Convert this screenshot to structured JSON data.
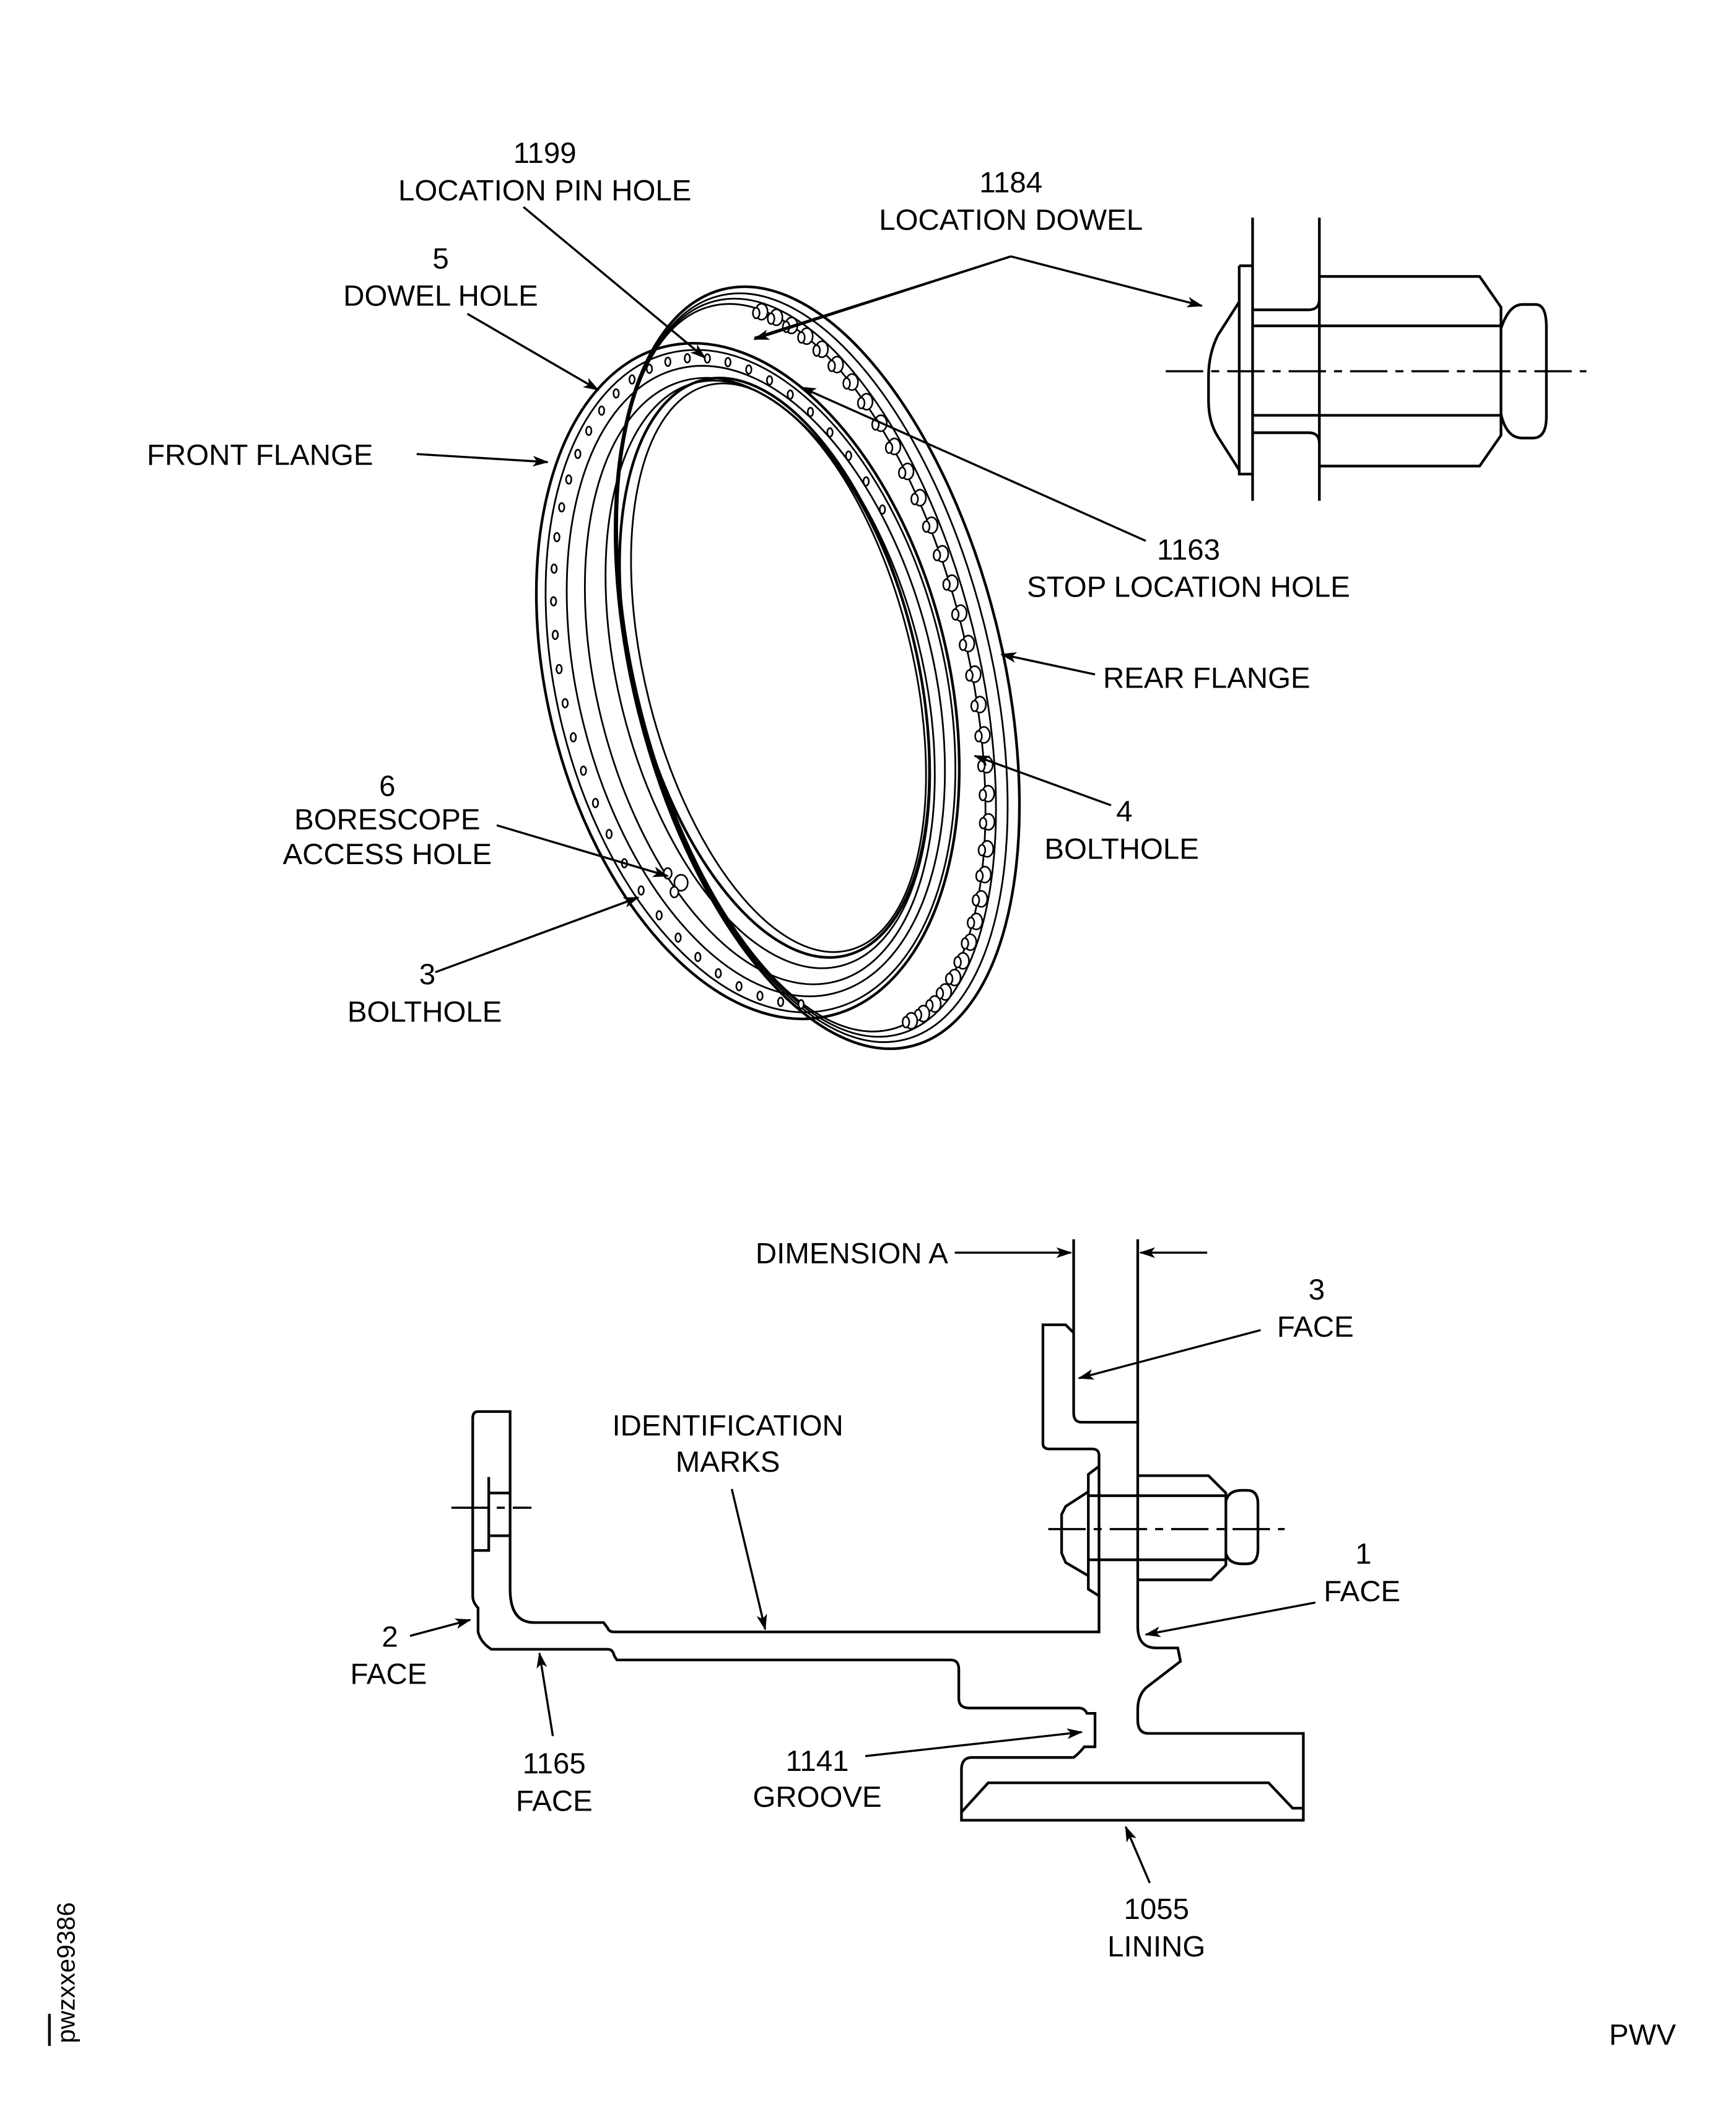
{
  "figure": {
    "id_code": "pwzxxe9386",
    "corner_mark": "PWV",
    "colors": {
      "line": "#000000",
      "background": "#ffffff"
    }
  },
  "ring_view": {
    "labels": {
      "location_pin_hole": {
        "ref": "1199",
        "text": "LOCATION PIN HOLE"
      },
      "dowel_hole": {
        "ref": "5",
        "text": "DOWEL HOLE"
      },
      "location_dowel": {
        "ref": "1184",
        "text": "LOCATION DOWEL"
      },
      "front_flange": {
        "text": "FRONT FLANGE"
      },
      "stop_location_hole": {
        "ref": "1163",
        "text": "STOP LOCATION HOLE"
      },
      "rear_flange": {
        "text": "REAR FLANGE"
      },
      "borescope_access_hole": {
        "ref": "6",
        "line1": "BORESCOPE",
        "line2": "ACCESS HOLE"
      },
      "bolthole_4": {
        "ref": "4",
        "text": "BOLTHOLE"
      },
      "bolthole_3": {
        "ref": "3",
        "text": "BOLTHOLE"
      }
    }
  },
  "section_view": {
    "labels": {
      "dimension_a": {
        "text": "DIMENSION A"
      },
      "face_3": {
        "ref": "3",
        "text": "FACE"
      },
      "identification_marks": {
        "line1": "IDENTIFICATION",
        "line2": "MARKS"
      },
      "face_1": {
        "ref": "1",
        "text": "FACE"
      },
      "face_2": {
        "ref": "2",
        "text": "FACE"
      },
      "face_1165": {
        "ref": "1165",
        "text": "FACE"
      },
      "groove_1141": {
        "ref": "1141",
        "text": "GROOVE"
      },
      "lining_1055": {
        "ref": "1055",
        "text": "LINING"
      }
    }
  }
}
